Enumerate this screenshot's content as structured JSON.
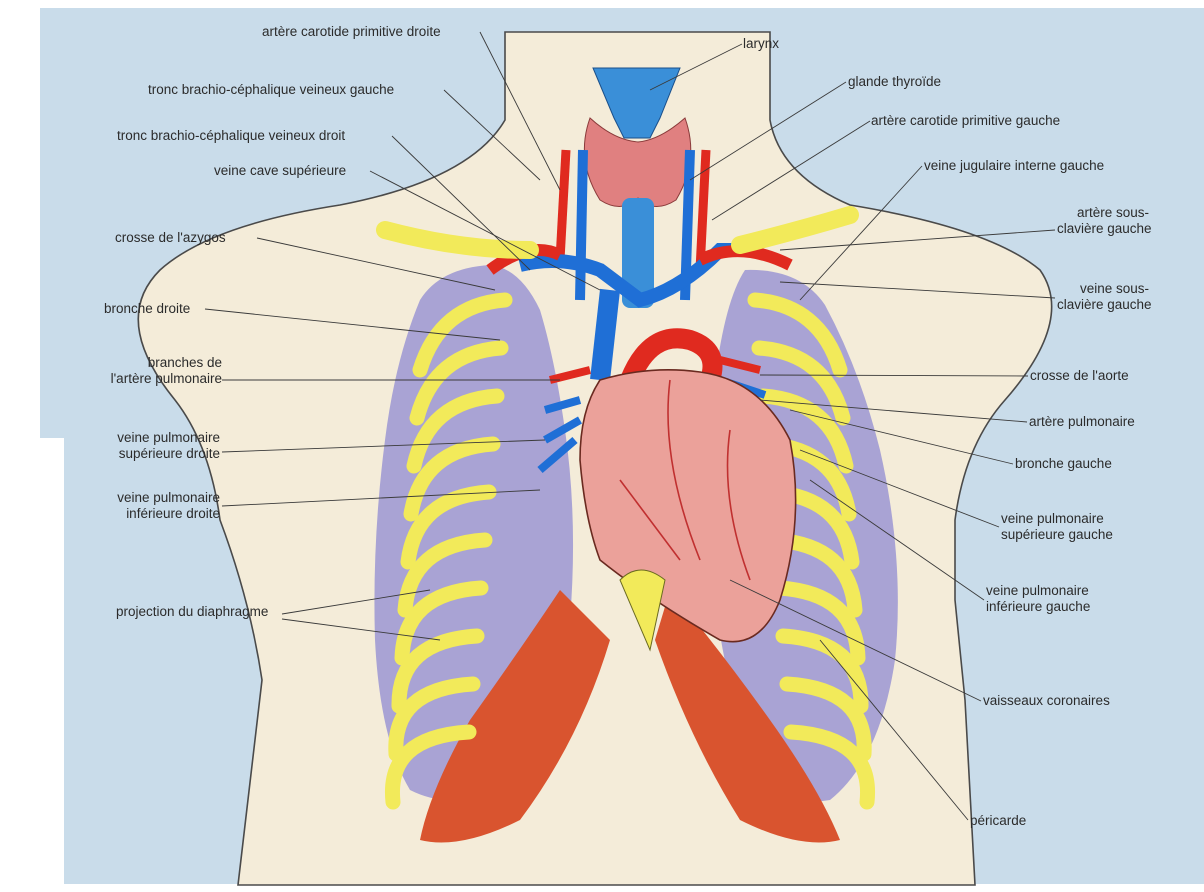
{
  "diagram": {
    "colors": {
      "background": "#c9dcea",
      "body": "#f4ecd9",
      "lung": "#a9a3d4",
      "rib": "#f2ea5a",
      "artery": "#e02a1f",
      "vein": "#1f6fd6",
      "heart": "#eba19a",
      "thyroid": "#e08080",
      "larynx": "#3a8fd8",
      "diaphragm": "#d9542f",
      "leader_line": "#3a3a3a"
    },
    "labels": [
      {
        "id": "artere-carotide-primitive-droite",
        "text": "artère carotide primitive droite"
      },
      {
        "id": "larynx",
        "text": "larynx"
      },
      {
        "id": "tronc-brachio-cephalique-veineux-gauche",
        "text": "tronc brachio-céphalique veineux gauche"
      },
      {
        "id": "glande-thyroide",
        "text": "glande thyroïde"
      },
      {
        "id": "tronc-brachio-cephalique-veineux-droit",
        "text": "tronc brachio-céphalique veineux droit"
      },
      {
        "id": "artere-carotide-primitive-gauche",
        "text": "artère carotide primitive gauche"
      },
      {
        "id": "veine-cave-superieure",
        "text": "veine cave supérieure"
      },
      {
        "id": "veine-jugulaire-interne-gauche",
        "text": "veine jugulaire interne gauche"
      },
      {
        "id": "crosse-de-lazygos",
        "text": "crosse de l'azygos"
      },
      {
        "id": "artere-sous-claviere-gauche",
        "text": "artère sous-\nclavière gauche"
      },
      {
        "id": "veine-sous-claviere-gauche",
        "text": "veine sous-\nclavière gauche"
      },
      {
        "id": "bronche-droite",
        "text": "bronche droite"
      },
      {
        "id": "branches-artere-pulmonaire",
        "text": "branches de\nl'artère pulmonaire"
      },
      {
        "id": "crosse-de-laorte",
        "text": "crosse de l'aorte"
      },
      {
        "id": "artere-pulmonaire",
        "text": "artère pulmonaire"
      },
      {
        "id": "veine-pulmonaire-superieure-droite",
        "text": "veine pulmonaire\nsupérieure droite"
      },
      {
        "id": "bronche-gauche",
        "text": "bronche gauche"
      },
      {
        "id": "veine-pulmonaire-inferieure-droite",
        "text": "veine pulmonaire\ninférieure droite"
      },
      {
        "id": "veine-pulmonaire-superieure-gauche",
        "text": "veine pulmonaire\nsupérieure gauche"
      },
      {
        "id": "projection-du-diaphragme",
        "text": "projection du diaphragme"
      },
      {
        "id": "veine-pulmonaire-inferieure-gauche",
        "text": "veine pulmonaire\ninférieure gauche"
      },
      {
        "id": "vaisseaux-coronaires",
        "text": "vaisseaux coronaires"
      },
      {
        "id": "pericarde",
        "text": "péricarde"
      }
    ]
  }
}
